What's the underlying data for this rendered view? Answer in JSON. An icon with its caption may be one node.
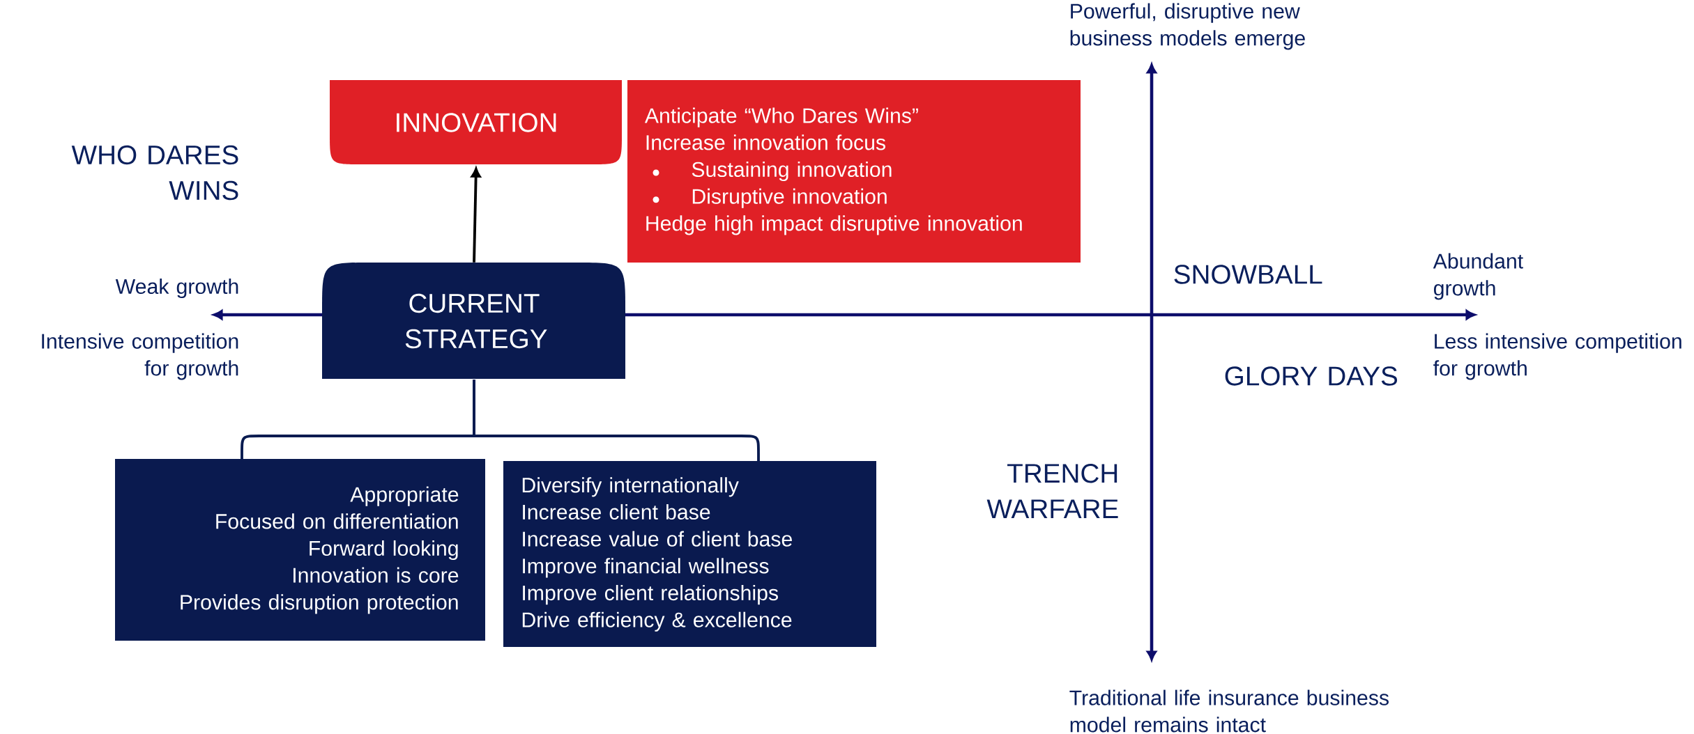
{
  "diagram": {
    "nodes": [
      {
        "text": [
          "INNOVATION"
        ]
      },
      {
        "text": [
          "Anticipate “Who Dares Wins”",
          "Increase innovation focus",
          "Sustaining innovation",
          "Disruptive innovation",
          "Hedge high impact disruptive innovation"
        ]
      },
      {
        "text": [
          "CURRENT STRATEGY"
        ]
      },
      {
        "text": [
          "Appropriate",
          "Focused on differentiation",
          "Forward looking",
          "Innovation is core",
          "Provides disruption protection"
        ]
      },
      {
        "text": [
          "Diversify internationally",
          "Increase client base",
          "Increase value of client base",
          "Improve financial wellness",
          "Improve client relationships",
          "Drive efficiency & excellence"
        ]
      }
    ],
    "edges": [
      {
        "from": 2,
        "to": 0,
        "arrow": "to",
        "color": "#000000"
      },
      {
        "from": 2,
        "to": 3,
        "arrow": "none"
      },
      {
        "from": 2,
        "to": 4,
        "arrow": "none"
      }
    ],
    "labels": [
      "Powerful, disruptive new business models emerge",
      "WHO DARES WINS",
      "Weak growth",
      "SNOWBALL",
      "Abundant growth",
      "Intensive competition for growth",
      "Less intensive competition for growth",
      "GLORY DAYS",
      "TRENCH WARFARE",
      "Traditional life insurance business model remains intact"
    ]
  }
}
